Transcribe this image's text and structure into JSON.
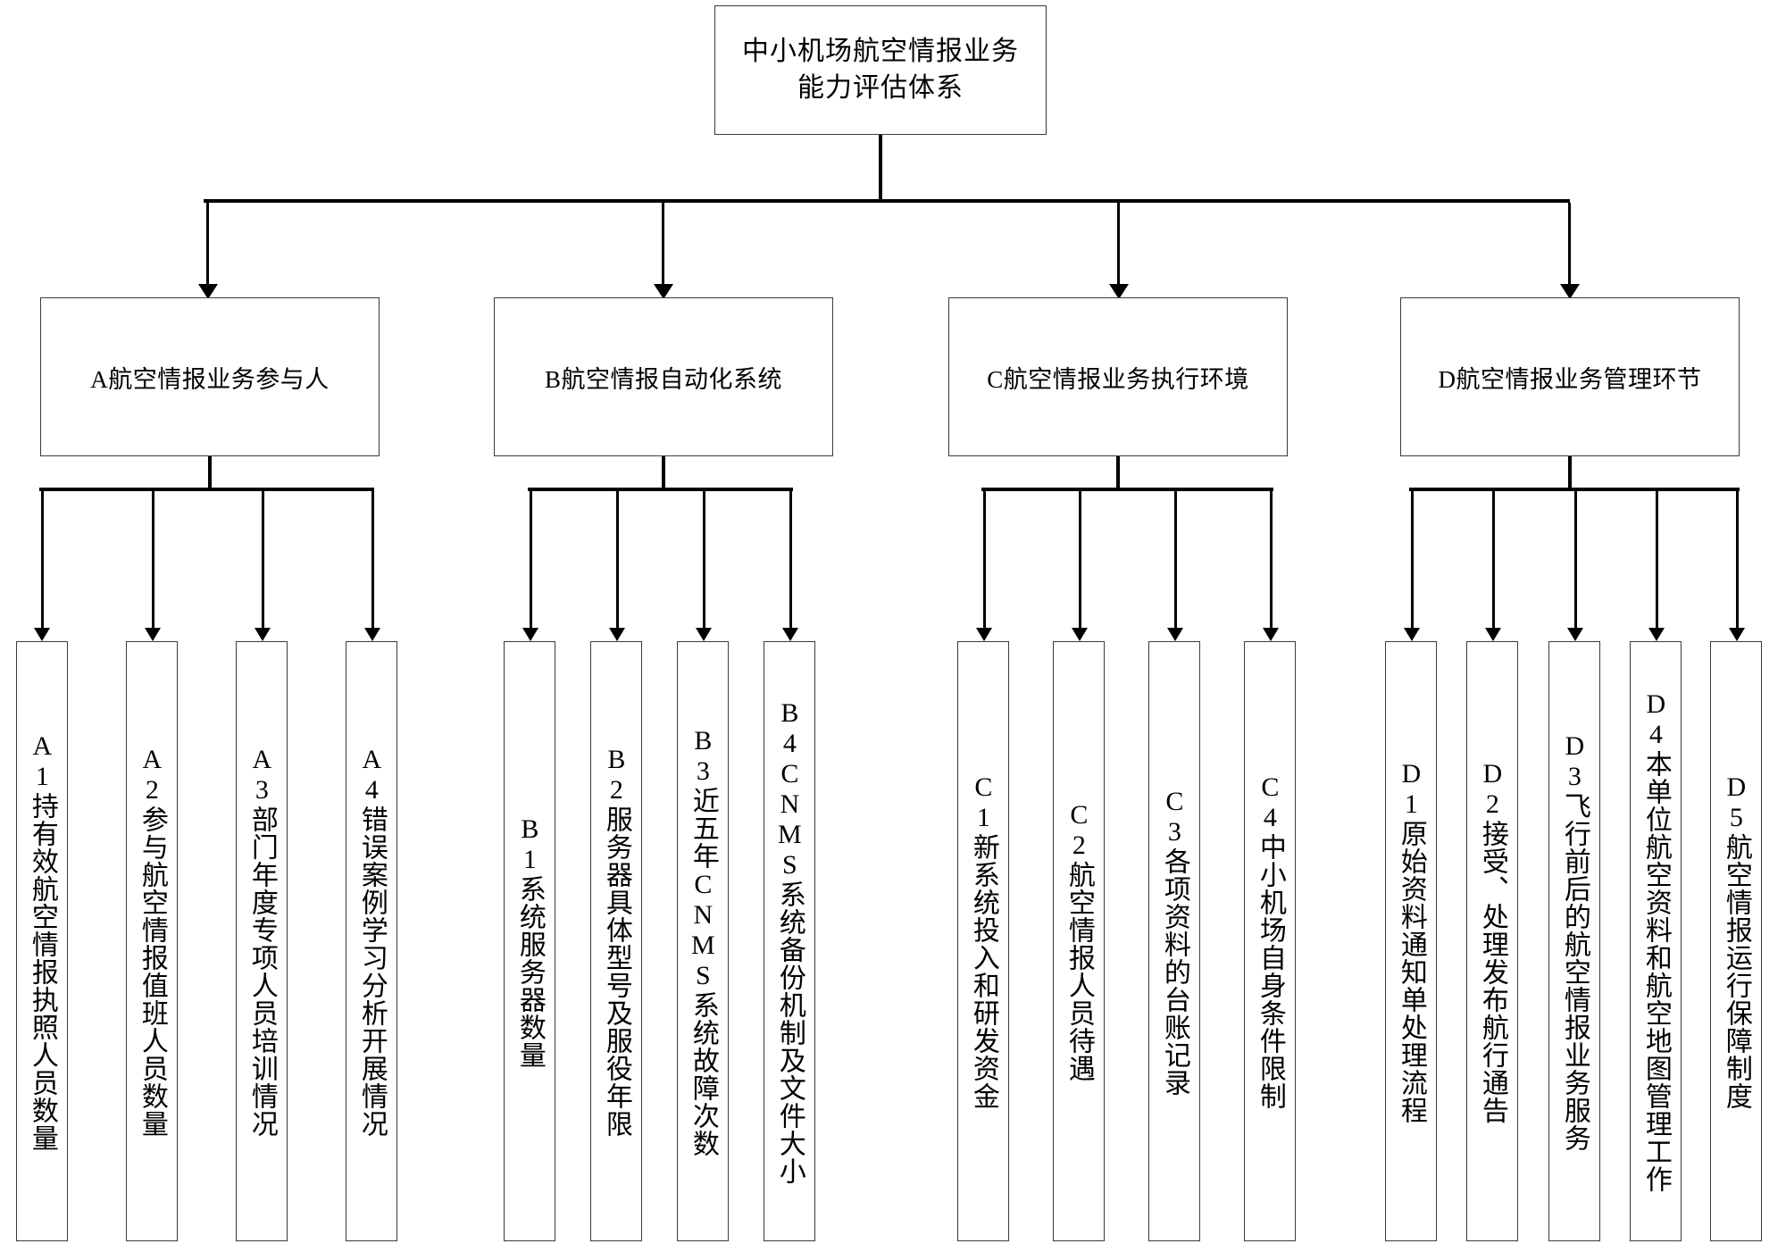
{
  "diagram": {
    "title": "中小机场航空情报业务能力评估体系",
    "type": "hierarchy-tree",
    "orientation": "top-down",
    "levels": 3,
    "colors": {
      "box_border": "#3a3a3a",
      "connector": "#000000",
      "background": "#ffffff"
    }
  },
  "root": {
    "id": "root",
    "label": "中小机场航空情报业务\n能力评估体系"
  },
  "categories": [
    {
      "id": "A",
      "label": "A航空情报业务参与人"
    },
    {
      "id": "B",
      "label": "B航空情报自动化系统"
    },
    {
      "id": "C",
      "label": "C航空情报业务执行环境"
    },
    {
      "id": "D",
      "label": "D航空情报业务管理环节"
    }
  ],
  "indicators": {
    "A": [
      {
        "id": "A1",
        "label": "A1持有效航空情报执照人员数量"
      },
      {
        "id": "A2",
        "label": "A2参与航空情报值班人员数量"
      },
      {
        "id": "A3",
        "label": "A3部门年度专项人员培训情况"
      },
      {
        "id": "A4",
        "label": "A4错误案例学习分析开展情况"
      }
    ],
    "B": [
      {
        "id": "B1",
        "label": "B1系统服务器数量"
      },
      {
        "id": "B2",
        "label": "B2服务器具体型号及服役年限"
      },
      {
        "id": "B3",
        "label": "B3近五年CNMS系统故障次数"
      },
      {
        "id": "B4",
        "label": "B4CNMS系统备份机制及文件大小"
      }
    ],
    "C": [
      {
        "id": "C1",
        "label": "C1新系统投入和研发资金"
      },
      {
        "id": "C2",
        "label": "C2航空情报人员待遇"
      },
      {
        "id": "C3",
        "label": "C3各项资料的台账记录"
      },
      {
        "id": "C4",
        "label": "C4中小机场自身条件限制"
      }
    ],
    "D": [
      {
        "id": "D1",
        "label": "D1原始资料通知单处理流程"
      },
      {
        "id": "D2",
        "label": "D2接受、处理发布航行通告"
      },
      {
        "id": "D3",
        "label": "D3飞行前后的航空情报业务服务"
      },
      {
        "id": "D4",
        "label": "D4本单位航空资料和航空地图管理工作"
      },
      {
        "id": "D5",
        "label": "D5航空情报运行保障制度"
      }
    ]
  }
}
